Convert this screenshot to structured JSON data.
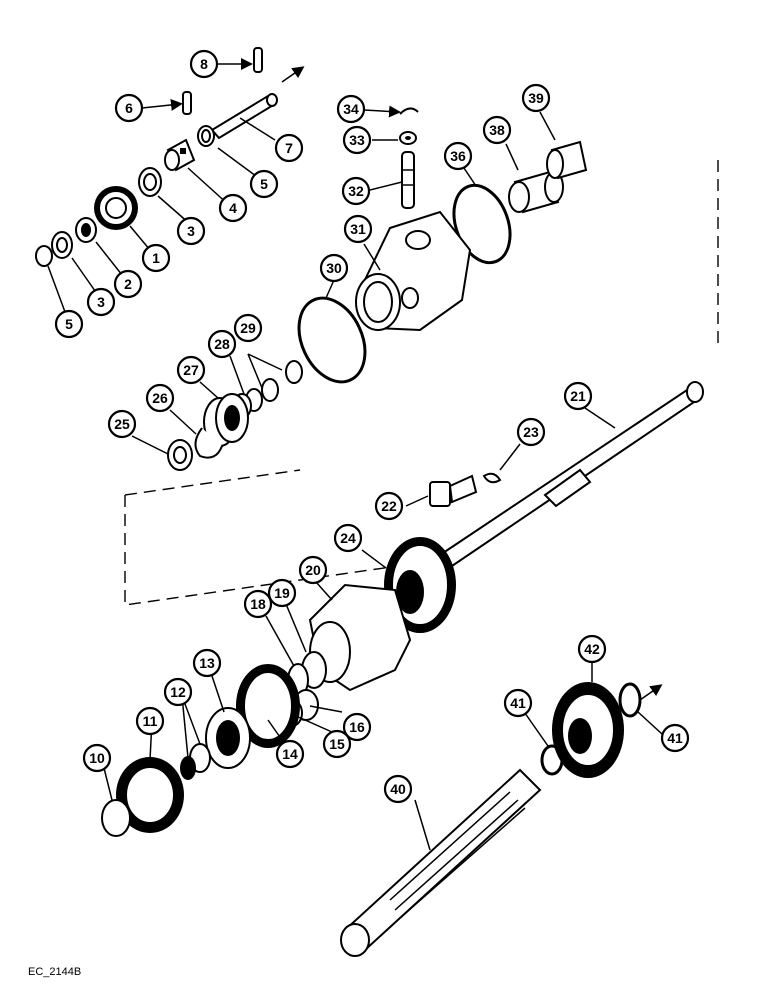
{
  "figure_code": "EC_2144B",
  "callouts": [
    {
      "id": "c1",
      "text": "1"
    },
    {
      "id": "c2",
      "text": "2"
    },
    {
      "id": "c3a",
      "text": "3"
    },
    {
      "id": "c3b",
      "text": "3"
    },
    {
      "id": "c4",
      "text": "4"
    },
    {
      "id": "c5a",
      "text": "5"
    },
    {
      "id": "c5b",
      "text": "5"
    },
    {
      "id": "c6",
      "text": "6"
    },
    {
      "id": "c7",
      "text": "7"
    },
    {
      "id": "c8",
      "text": "8"
    },
    {
      "id": "c10",
      "text": "10"
    },
    {
      "id": "c11",
      "text": "11"
    },
    {
      "id": "c12",
      "text": "12"
    },
    {
      "id": "c13",
      "text": "13"
    },
    {
      "id": "c14",
      "text": "14"
    },
    {
      "id": "c15",
      "text": "15"
    },
    {
      "id": "c16",
      "text": "16"
    },
    {
      "id": "c18",
      "text": "18"
    },
    {
      "id": "c19",
      "text": "19"
    },
    {
      "id": "c20",
      "text": "20"
    },
    {
      "id": "c21",
      "text": "21"
    },
    {
      "id": "c22",
      "text": "22"
    },
    {
      "id": "c23",
      "text": "23"
    },
    {
      "id": "c24",
      "text": "24"
    },
    {
      "id": "c25",
      "text": "25"
    },
    {
      "id": "c26",
      "text": "26"
    },
    {
      "id": "c27",
      "text": "27"
    },
    {
      "id": "c28",
      "text": "28"
    },
    {
      "id": "c29",
      "text": "29"
    },
    {
      "id": "c30",
      "text": "30"
    },
    {
      "id": "c31",
      "text": "31"
    },
    {
      "id": "c32",
      "text": "32"
    },
    {
      "id": "c33",
      "text": "33"
    },
    {
      "id": "c34",
      "text": "34"
    },
    {
      "id": "c36",
      "text": "36"
    },
    {
      "id": "c38",
      "text": "38"
    },
    {
      "id": "c39",
      "text": "39"
    },
    {
      "id": "c40",
      "text": "40"
    },
    {
      "id": "c41a",
      "text": "41"
    },
    {
      "id": "c41b",
      "text": "41"
    },
    {
      "id": "c42",
      "text": "42"
    }
  ]
}
